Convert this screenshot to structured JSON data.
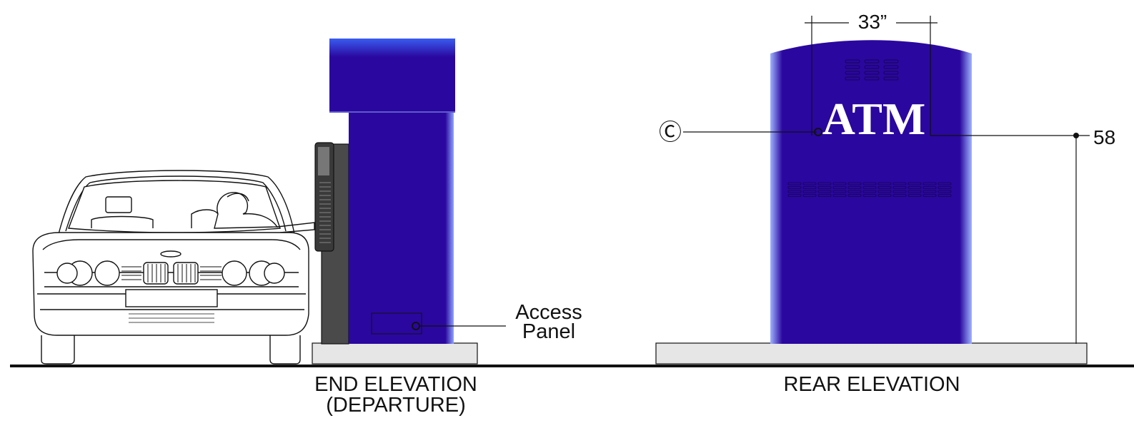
{
  "colors": {
    "atm_blue": "#2a079f",
    "slab_gray": "#e6e6e6",
    "dispenser_dark": "#4a4a4a",
    "ground": "#111111"
  },
  "end_elevation": {
    "caption_line1": "END ELEVATION",
    "caption_line2": "(DEPARTURE)",
    "access_label_line1": "Access",
    "access_label_line2": "Panel"
  },
  "rear_elevation": {
    "caption": "REAR ELEVATION",
    "sign_text": "ATM",
    "width_dimension": "33”",
    "height_dimension": "58",
    "callout_symbol": "Ⓒ"
  },
  "icons": [
    "car-icon",
    "driver-silhouette-icon"
  ]
}
